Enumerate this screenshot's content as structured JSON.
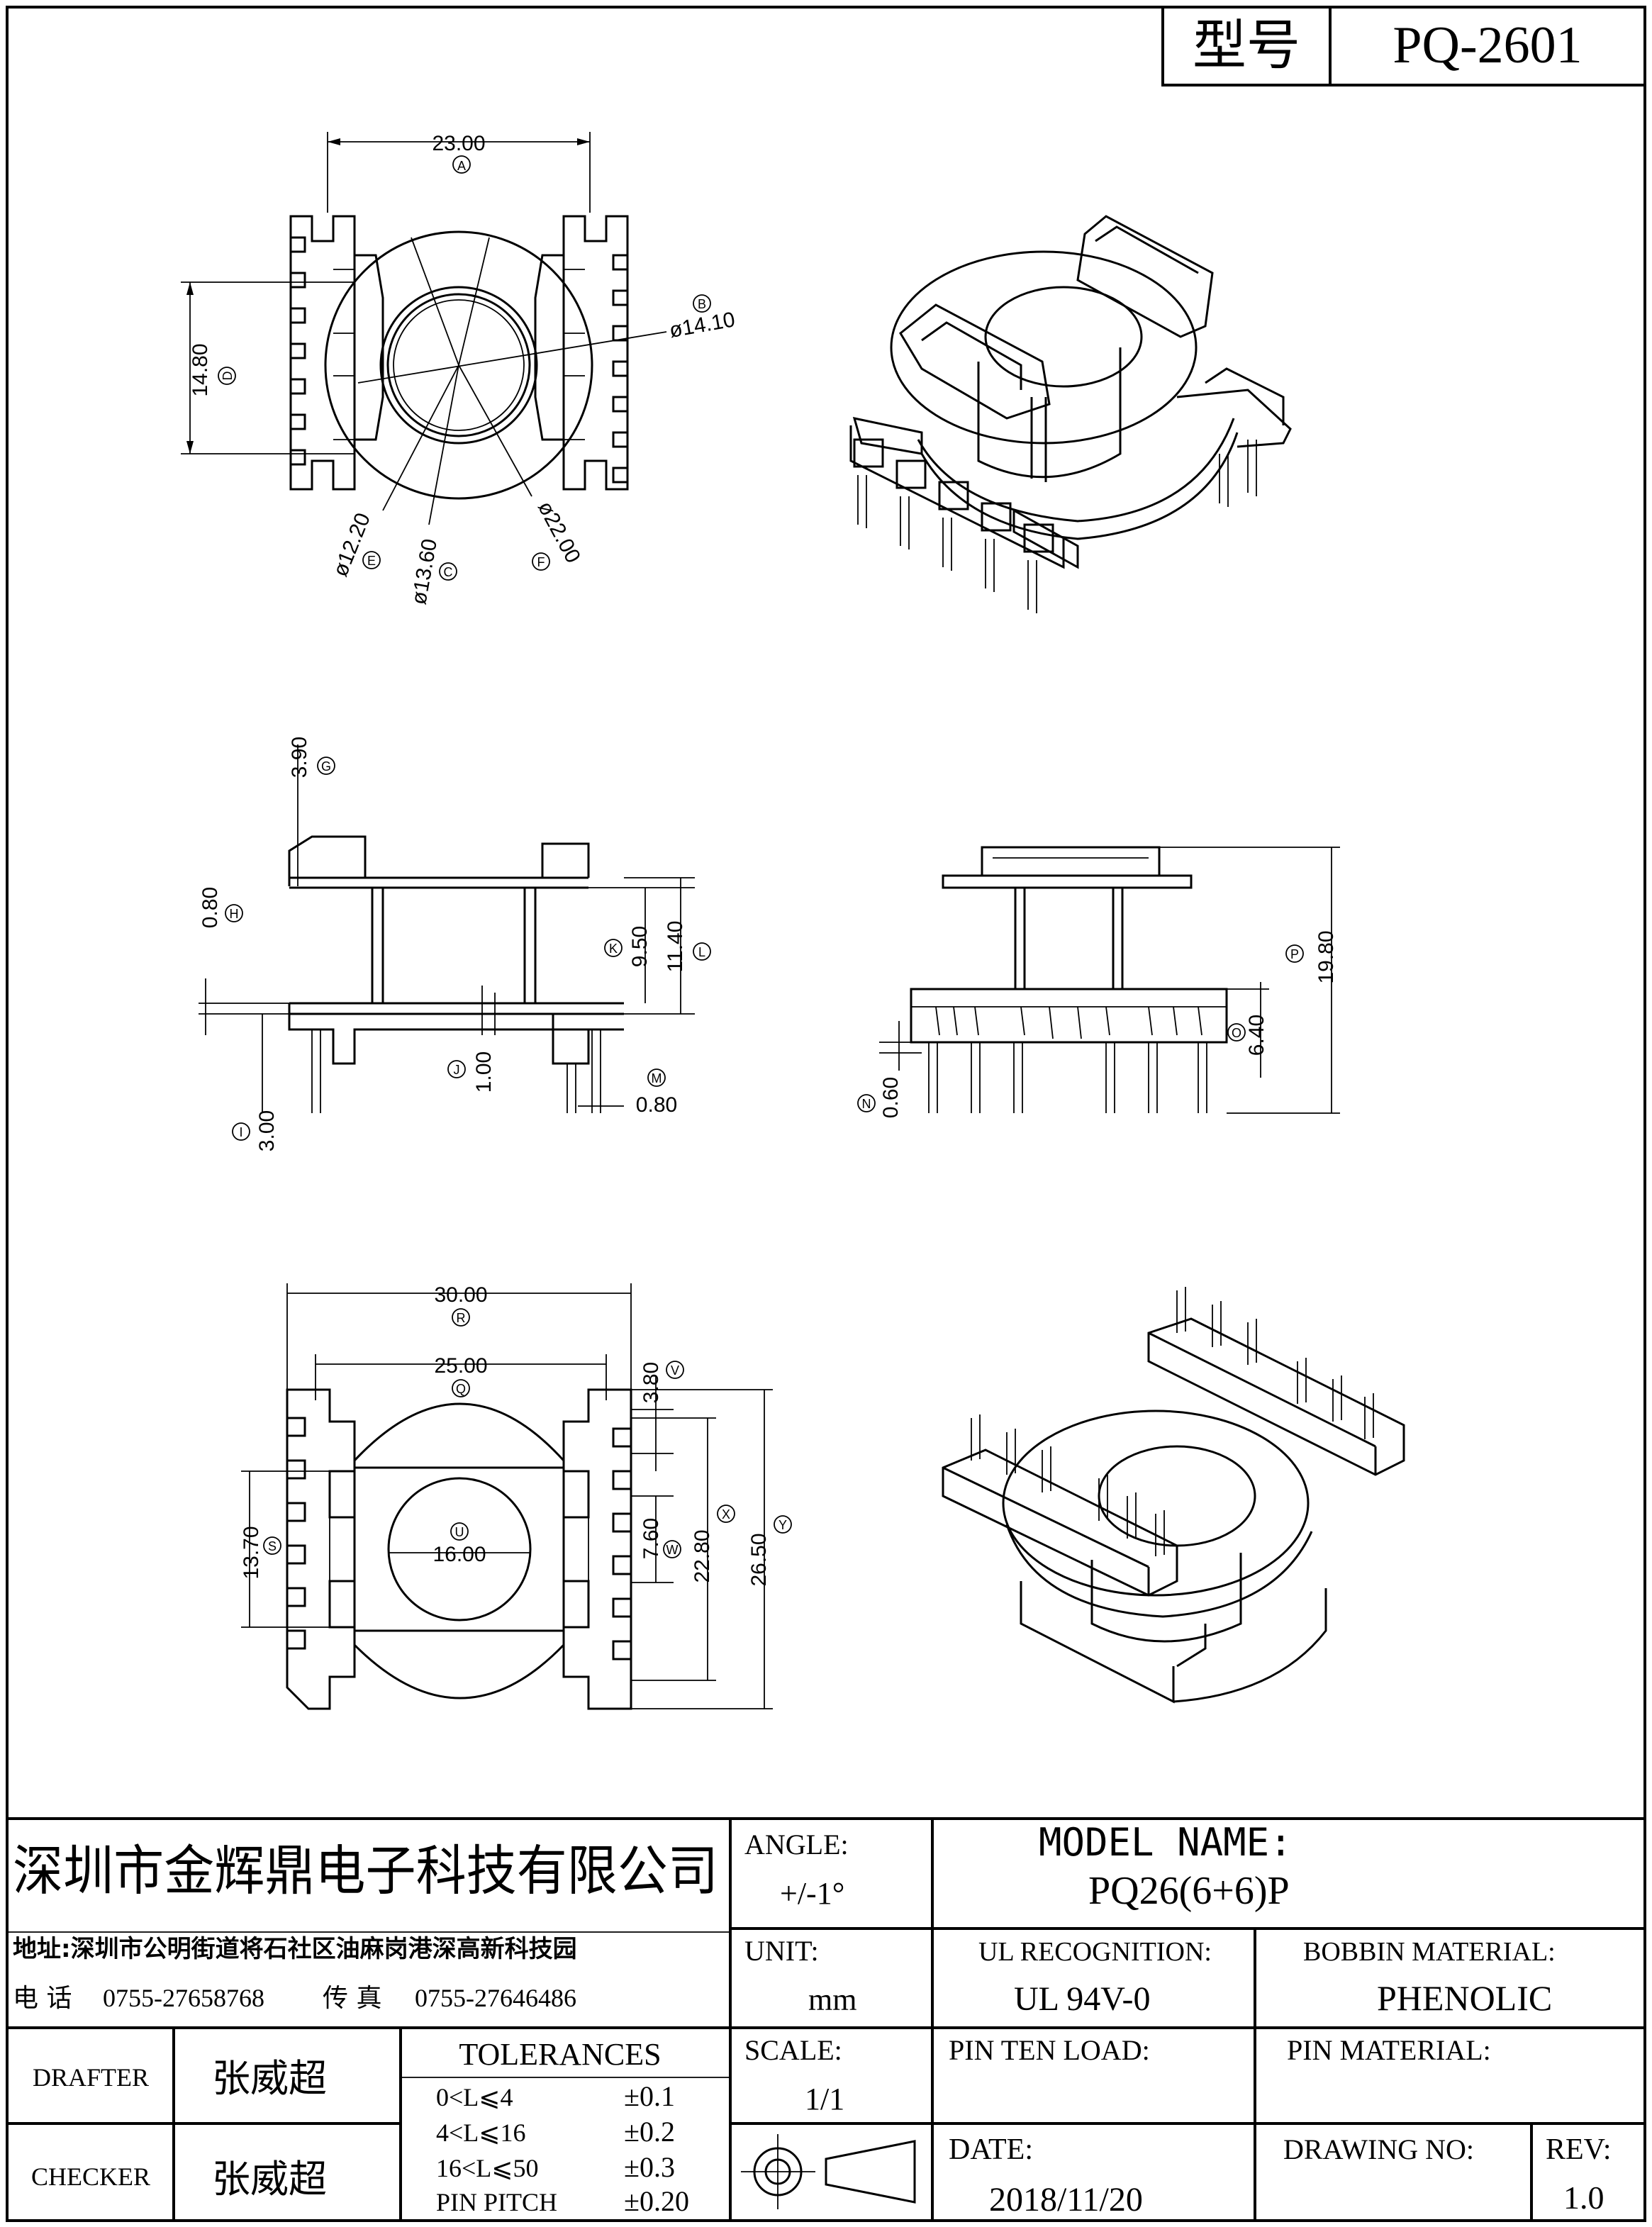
{
  "header": {
    "model_label": "型号",
    "model_value": "PQ-2601"
  },
  "dimensions": {
    "A": {
      "letter": "A",
      "value": "23.00"
    },
    "B": {
      "letter": "B",
      "value": "ø14.10"
    },
    "C": {
      "letter": "C",
      "value": "ø13.60"
    },
    "D": {
      "letter": "D",
      "value": "14.80"
    },
    "E": {
      "letter": "E",
      "value": "ø12.20"
    },
    "F": {
      "letter": "F",
      "value": "ø22.00"
    },
    "G": {
      "letter": "G",
      "value": "3.90"
    },
    "H": {
      "letter": "H",
      "value": "0.80"
    },
    "I": {
      "letter": "I",
      "value": "3.00"
    },
    "J": {
      "letter": "J",
      "value": "1.00"
    },
    "K": {
      "letter": "K",
      "value": "9.50"
    },
    "L": {
      "letter": "L",
      "value": "11.40"
    },
    "M": {
      "letter": "M",
      "value": "0.80"
    },
    "N": {
      "letter": "N",
      "value": "0.60"
    },
    "O": {
      "letter": "O",
      "value": "6.40"
    },
    "P": {
      "letter": "P",
      "value": "19.80"
    },
    "Q": {
      "letter": "Q",
      "value": "25.00"
    },
    "R": {
      "letter": "R",
      "value": "30.00"
    },
    "S": {
      "letter": "S",
      "value": "13.70"
    },
    "U": {
      "letter": "U",
      "value": "16.00"
    },
    "V": {
      "letter": "V",
      "value": "3.80"
    },
    "W": {
      "letter": "W",
      "value": "7.60"
    },
    "X": {
      "letter": "X",
      "value": "22.80"
    },
    "Y": {
      "letter": "Y",
      "value": "26.50"
    }
  },
  "title_block": {
    "company": "深圳市金辉鼎电子科技有限公司",
    "address": "地址:深圳市公明街道将石社区油麻岗港深高新科技园",
    "phone_label": "电 话",
    "phone": "0755-27658768",
    "fax_label": "传 真",
    "fax": "0755-27646486",
    "angle_label": "ANGLE:",
    "angle_value": "+/-1°",
    "unit_label": "UNIT:",
    "unit_value": "mm",
    "scale_label": "SCALE:",
    "scale_value": "1/1",
    "model_name_label": "MODEL NAME:",
    "model_name_value": "PQ26(6+6)P",
    "ul_label": "UL RECOGNITION:",
    "ul_value": "UL 94V-0",
    "bobbin_label": "BOBBIN MATERIAL:",
    "bobbin_value": "PHENOLIC",
    "pin_load_label": "PIN TEN LOAD:",
    "pin_material_label": "PIN MATERIAL:",
    "date_label": "DATE:",
    "date_value": "2018/11/20",
    "drawing_no_label": "DRAWING NO:",
    "rev_label": "REV:",
    "rev_value": "1.0",
    "drafter_label": "DRAFTER",
    "drafter_name": "张威超",
    "checker_label": "CHECKER",
    "checker_name": "张威超",
    "tolerances_label": "TOLERANCES",
    "tolerances": [
      {
        "range": "0<L⩽4",
        "value": "±0.1"
      },
      {
        "range": "4<L⩽16",
        "value": "±0.2"
      },
      {
        "range": "16<L⩽50",
        "value": "±0.3"
      },
      {
        "range": "PIN PITCH",
        "value": "±0.20"
      }
    ]
  },
  "colors": {
    "ink": "#000000",
    "paper": "#ffffff"
  }
}
